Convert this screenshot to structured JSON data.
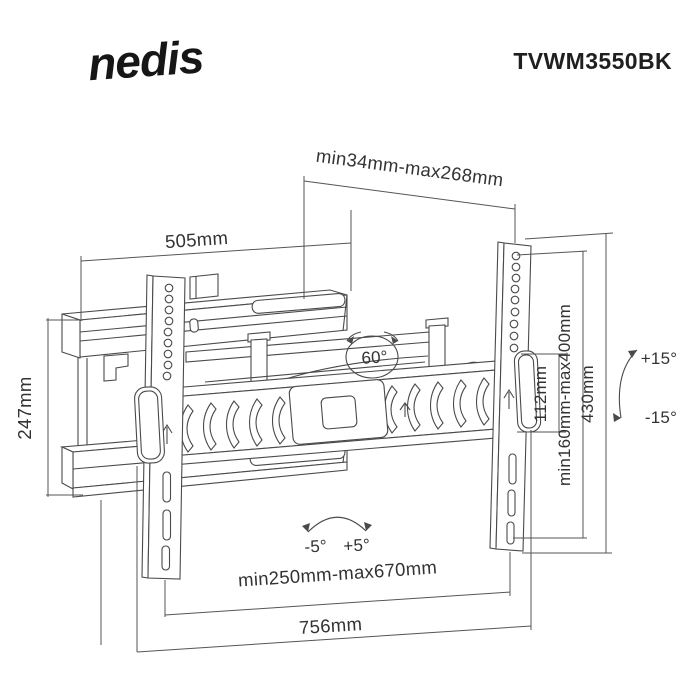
{
  "header": {
    "logo_text": "nedis",
    "model": "TVWM3550BK"
  },
  "labels": {
    "depth_range": "min34mm-max268mm",
    "wall_plate_width": "505mm",
    "left_height": "247mm",
    "bracket_offset": "112mm",
    "vesa_height_range": "min160mm-max400mm",
    "bracket_height": "430mm",
    "horizontal_adjust_range": "min250mm-max670mm",
    "total_width": "756mm",
    "swivel_angle": "60°",
    "tilt_up": "+15°",
    "tilt_down": "-15°",
    "level_left": "-5°",
    "level_right": "+5°"
  },
  "colors": {
    "line": "#4a4a4a",
    "text": "#333333",
    "brand": "#161616"
  }
}
